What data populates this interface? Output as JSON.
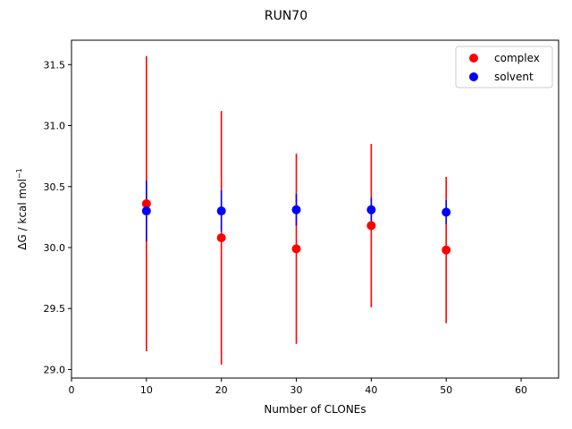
{
  "chart_data": {
    "type": "scatter",
    "title": "RUN70",
    "xlabel": "Number of CLONEs",
    "ylabel": "ΔG / kcal mol",
    "ylabel_superscript": "−1",
    "xlim": [
      0,
      65
    ],
    "ylim": [
      28.93,
      31.7
    ],
    "xticks": [
      0,
      10,
      20,
      30,
      40,
      50,
      60
    ],
    "xtick_labels": [
      "0",
      "10",
      "20",
      "30",
      "40",
      "50",
      "60"
    ],
    "yticks": [
      29.0,
      29.5,
      30.0,
      30.5,
      31.0,
      31.5
    ],
    "ytick_labels": [
      "29.0",
      "29.5",
      "30.0",
      "30.5",
      "31.0",
      "31.5"
    ],
    "grid": false,
    "legend_position": "top-right",
    "series": [
      {
        "name": "complex",
        "color": "#ff0000",
        "x": [
          10,
          20,
          30,
          40,
          50
        ],
        "y": [
          30.36,
          30.08,
          29.99,
          30.18,
          29.98
        ],
        "error": [
          1.21,
          1.04,
          0.78,
          0.67,
          0.6
        ]
      },
      {
        "name": "solvent",
        "color": "#0000ff",
        "x": [
          10,
          20,
          30,
          40,
          50
        ],
        "y": [
          30.3,
          30.3,
          30.31,
          30.31,
          30.29
        ],
        "error": [
          0.25,
          0.17,
          0.13,
          0.1,
          0.1
        ]
      }
    ]
  }
}
